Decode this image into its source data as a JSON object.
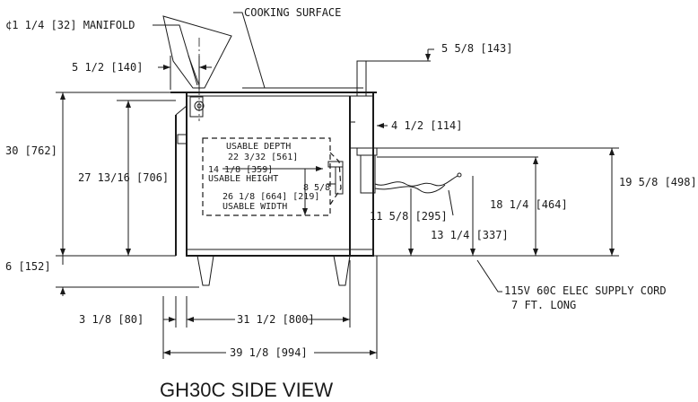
{
  "title": "GH30C SIDE VIEW",
  "labels": {
    "manifold": "¢1 1/4 [32] MANIFOLD",
    "cooking_surface": "COOKING SURFACE",
    "d_5_5_8": "5 5/8 [143]",
    "d_5_1_2": "5 1/2 [140]",
    "d_4_1_2": "4 1/2 [114]",
    "d_30": "30 [762]",
    "d_27_13_16": "27 13/16 [706]",
    "usable_depth": "USABLE DEPTH",
    "usable_depth_val": "22 3/32 [561]",
    "usable_height_val": "14 1/8 [359]",
    "usable_height": "USABLE HEIGHT",
    "usable_width_val": "26 1/8 [664] [219]",
    "usable_width": "USABLE WIDTH",
    "d_8_5_8": "8 5/8",
    "d_19_5_8": "19 5/8 [498]",
    "d_18_1_4": "18 1/4 [464]",
    "d_11_5_8": "11 5/8 [295]",
    "d_13_1_4": "13 1/4 [337]",
    "d_6": "6 [152]",
    "supply_cord_1": "115V 60C ELEC SUPPLY CORD",
    "supply_cord_2": "7 FT. LONG",
    "d_3_1_8": "3 1/8 [80]",
    "d_31_1_2": "31 1/2 [800]",
    "d_39_1_8": "39 1/8 [994]"
  }
}
